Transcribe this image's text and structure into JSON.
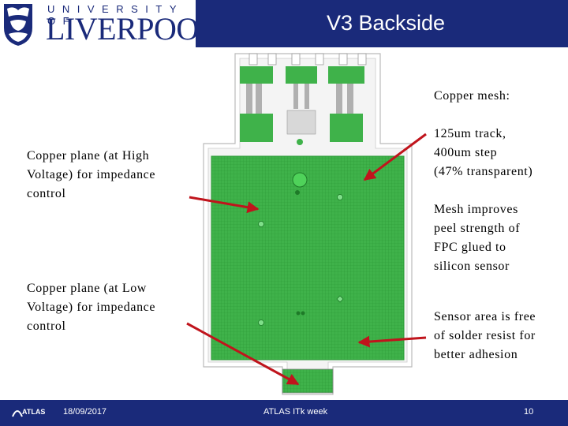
{
  "header": {
    "title": "V3  Backside",
    "logo_university": "UNIVERSITY OF",
    "logo_name": "LIVERPOOL"
  },
  "annotations": {
    "mesh_heading": "Copper mesh:",
    "mesh_spec": "125um track,\n400um step\n(47% transparent)",
    "mesh_benefit": "Mesh improves\npeel strength of\nFPC glued to\nsilicon sensor",
    "sensor_area": "Sensor area is free\nof solder resist for\nbetter adhesion",
    "hv_plane": "Copper plane (at High\nVoltage) for impedance\ncontrol",
    "lv_plane": "Copper plane (at Low\nVoltage) for impedance\ncontrol"
  },
  "footer": {
    "date": "18/09/2017",
    "event": "ATLAS  ITk week",
    "page": "10",
    "logo_text": "ATLAS"
  },
  "colors": {
    "header_blue": "#1a2a7a",
    "pcb_green": "#3fb24a",
    "arrow_red": "#c0141c"
  }
}
